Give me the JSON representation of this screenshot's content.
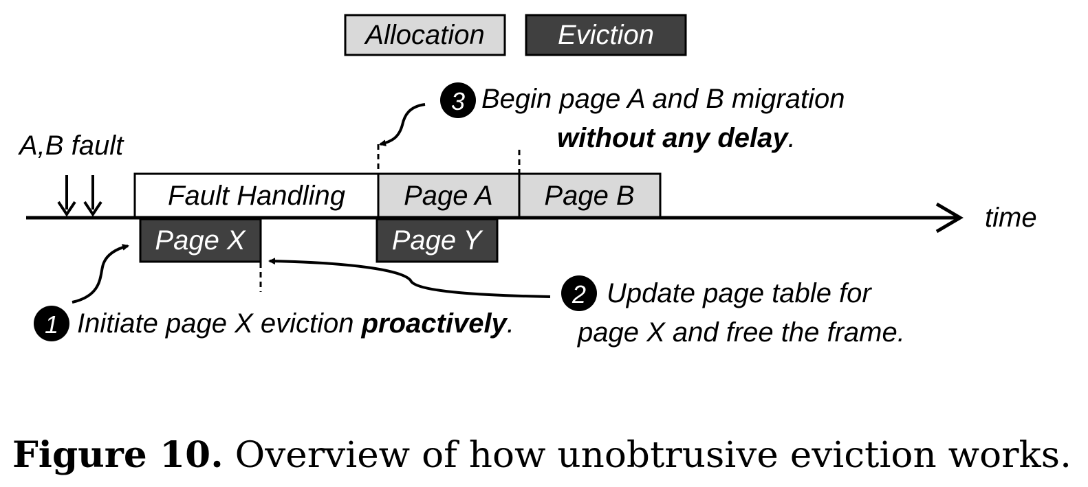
{
  "legend": {
    "allocation": "Allocation",
    "eviction": "Eviction"
  },
  "timeline": {
    "axis_label": "time",
    "fault_label": "A,B fault",
    "blocks": {
      "fault_handling": "Fault Handling",
      "page_a": "Page A",
      "page_b": "Page B",
      "page_x": "Page X",
      "page_y": "Page Y"
    }
  },
  "steps": [
    {
      "number": "1",
      "text": "Initiate page X eviction ",
      "bold": "proactively",
      "tail": "."
    },
    {
      "number": "2",
      "line1": "Update page table for",
      "line2": "page X and free the frame."
    },
    {
      "number": "3",
      "line1": "Begin page A and B migration",
      "line2_bold": "without any delay",
      "line2_tail": "."
    }
  ],
  "caption": {
    "label": "Figure 10.",
    "text": " Overview of how unobtrusive eviction works."
  },
  "colors": {
    "allocation_fill": "#d9d9d9",
    "eviction_fill": "#404040",
    "stroke": "#000000"
  }
}
